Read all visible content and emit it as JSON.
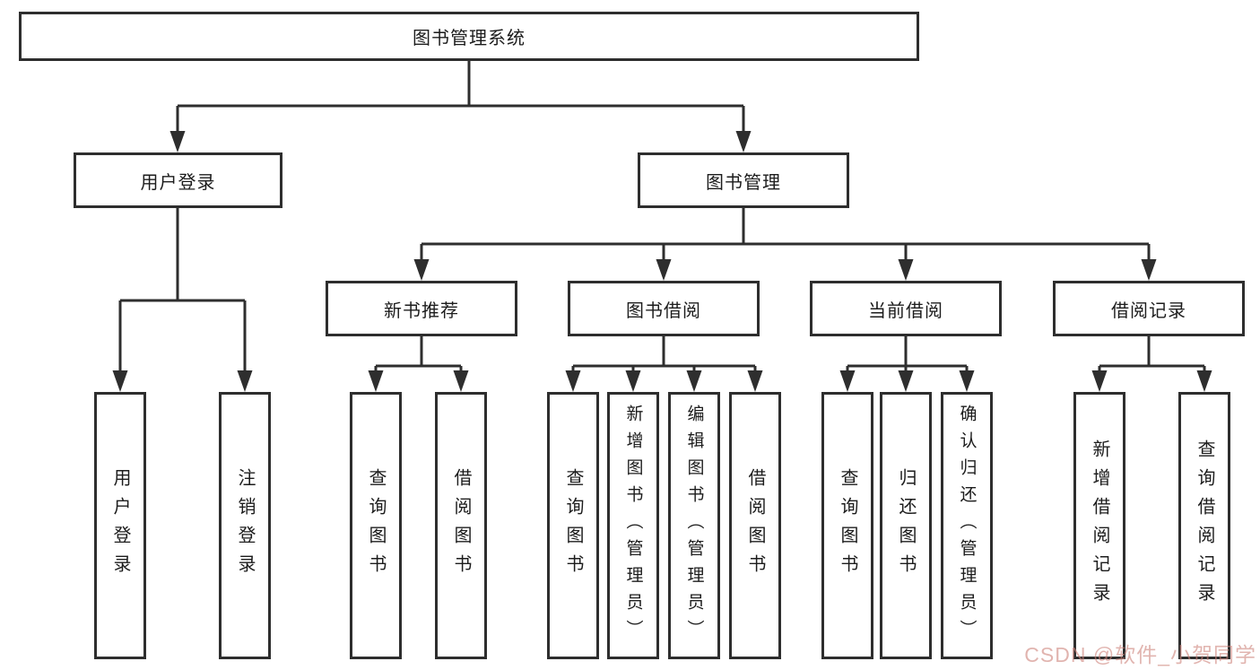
{
  "diagram": {
    "root": {
      "label": "图书管理系统"
    },
    "level2": [
      {
        "label": "用户登录"
      },
      {
        "label": "图书管理"
      }
    ],
    "level3": [
      {
        "label": "新书推荐"
      },
      {
        "label": "图书借阅"
      },
      {
        "label": "当前借阅"
      },
      {
        "label": "借阅记录"
      }
    ],
    "leaves": {
      "user_login": [
        "用户登录",
        "注销登录"
      ],
      "new_book": [
        "查询图书",
        "借阅图书"
      ],
      "borrow": [
        "查询图书",
        "新增图书（管理员）",
        "编辑图书（管理员）",
        "借阅图书"
      ],
      "current": [
        "查询图书",
        "归还图书",
        "确认归还（管理员）"
      ],
      "records": [
        "新增借阅记录",
        "查询借阅记录"
      ]
    }
  },
  "watermark": {
    "text": "CSDN @软件_小贺同学"
  },
  "colors": {
    "line": "#2e2e2e",
    "box_border": "#2e2e2e",
    "text": "#1c1c1c",
    "background": "#ffffff",
    "watermark": "#cd827a"
  }
}
